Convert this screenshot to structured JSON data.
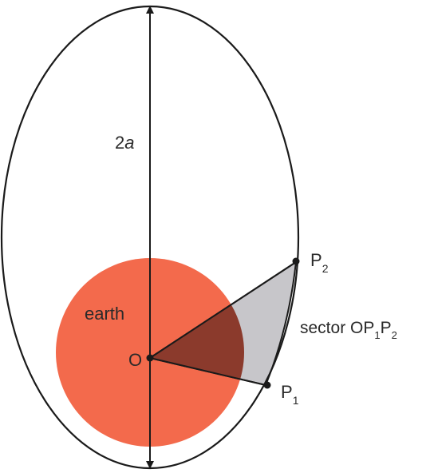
{
  "labels": {
    "major_axis": "2",
    "major_axis_var": "a",
    "earth": "earth",
    "focus": "O",
    "p1_base": "P",
    "p1_sub": "1",
    "p2_base": "P",
    "p2_sub": "2",
    "sector_prefix": "sector OP",
    "sector_sub1": "1",
    "sector_mid": "P",
    "sector_sub2": "2"
  },
  "colors": {
    "earth_fill": "#f36a4c",
    "sector_fill": "#c7c6ca",
    "overlap_fill": "#8b3a2c",
    "stroke": "#1a1a1a"
  }
}
